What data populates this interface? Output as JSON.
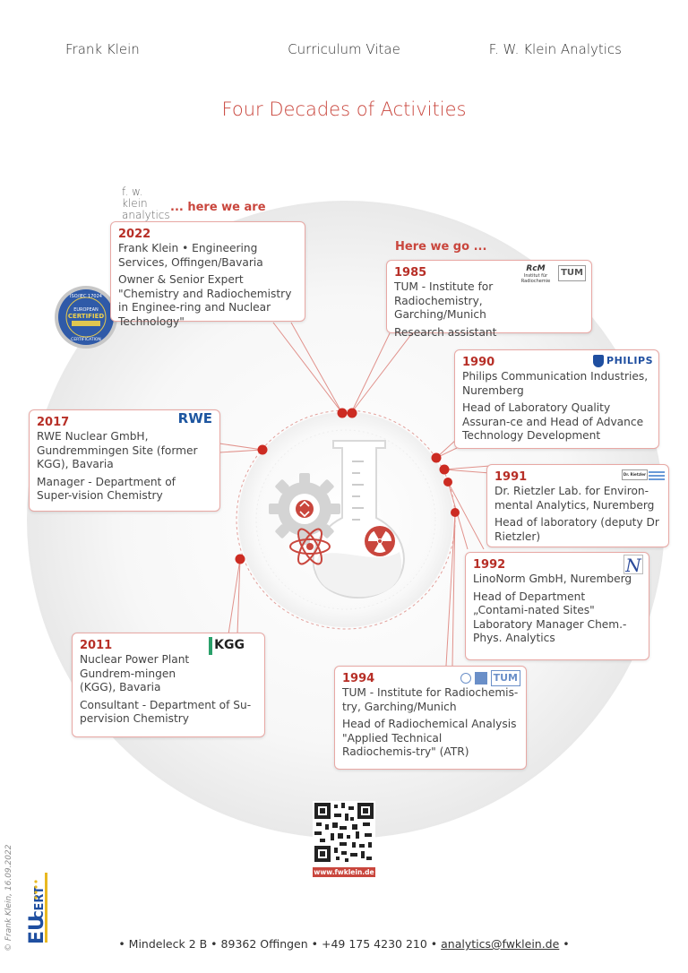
{
  "header": {
    "left": "Frank Klein",
    "center": "Curriculum Vitae",
    "right": "F. W. Klein Analytics"
  },
  "title": "Four Decades of Activities",
  "fwk_logo": {
    "line1": "f. w. klein",
    "line2": "analytics",
    "colors": [
      "#e8a020",
      "#d63b2f",
      "#3a8fc8"
    ]
  },
  "tags": {
    "here_we_are": "... here we are",
    "here_we_go": "Here we go ..."
  },
  "badge": {
    "top": "ISO/IEC 17024",
    "mid1": "EUROPEAN",
    "mid2": "CERTIFIED",
    "bottom": "CERTIFICATION",
    "color": "#2f5aa8"
  },
  "entries": {
    "e2022": {
      "year": "2022",
      "org": "Frank Klein • Engineering Services, Offingen/Bavaria",
      "role": "Owner & Senior Expert \"Chemistry and Radiochemistry in Enginee-ring and Nuclear Technology\""
    },
    "e1985": {
      "year": "1985",
      "org": "TUM - Institute for Radiochemistry,  Garching/Munich",
      "role": "Research assistant",
      "logo1": "Institut für Radiochemie",
      "logo2": "TUM"
    },
    "e1990": {
      "year": "1990",
      "org": "Philips Communication Industries, Nuremberg",
      "role": "Head of Laboratory Quality Assuran-ce and Head of Advance Technology Development",
      "logo": "PHILIPS"
    },
    "e2017": {
      "year": "2017",
      "org": "RWE Nuclear GmbH, Gundremmingen Site (former KGG), Bavaria",
      "role": "Manager - Department of Super-vision Chemistry",
      "logo": "RWE"
    },
    "e1991": {
      "year": "1991",
      "org": "Dr. Rietzler Lab. for Environ-mental Analytics, Nuremberg",
      "role": "Head of laboratory (deputy Dr Rietzler)",
      "logo": "Dr. Rietzler"
    },
    "e1992": {
      "year": "1992",
      "org": "LinoNorm GmbH, Nuremberg",
      "role": "Head of Department „Contami-nated Sites\" Laboratory Manager Chem.-Phys. Analytics",
      "logo": "N"
    },
    "e2011": {
      "year": "2011",
      "org": "Nuclear Power Plant Gundrem-mingen (KGG), Bavaria",
      "role": "Consultant - Department of Su-pervision Chemistry",
      "logo": "KGG"
    },
    "e1994": {
      "year": "1994",
      "org": "TUM - Institute for Radiochemis-try,  Garching/Munich",
      "role": "Head of Radiochemical Analysis \"Applied Technical Radiochemis-try\" (ATR)",
      "logo": "TUM"
    }
  },
  "qr": {
    "url": "www.fwklein.de"
  },
  "eucert": {
    "line1": "EU",
    "line2": "CERT"
  },
  "footer": {
    "address": "• Mindeleck 2 B • 89362 Offingen • +49 175 4230 210 • ",
    "email": "analytics@fwklein.de",
    "end": " •"
  },
  "copyright": "© Frank Klein, 16.09.2022",
  "colors": {
    "accent": "#c9463d",
    "dot": "#cc2b22"
  }
}
